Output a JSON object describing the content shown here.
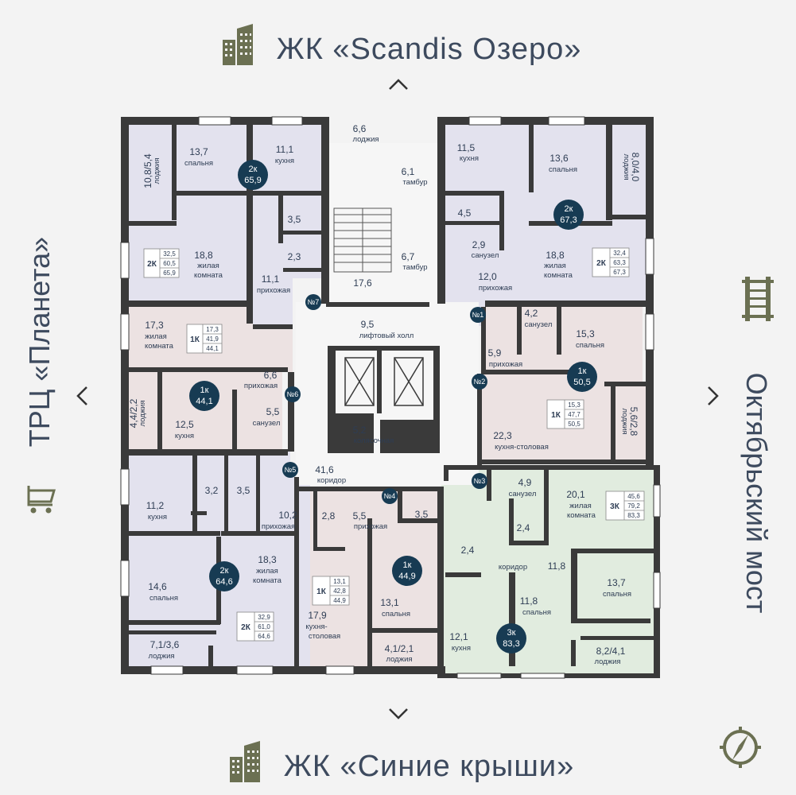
{
  "titles": {
    "top": "ЖК «Scandis Озеро»",
    "bottom": "ЖК «Синие крыши»",
    "left": "ТРЦ «Планета»",
    "right": "Октябрьский мост"
  },
  "icons": {
    "top": "building-icon",
    "bottom": "building-icon",
    "left": "shopping-cart-icon",
    "right": "bridge-icon",
    "corner": "compass-icon"
  },
  "colors": {
    "wall": "#3a3a3a",
    "lilac": "#e3e2ee",
    "pink": "#ece2e2",
    "green": "#e1ecdf",
    "badge": "#173b53",
    "text": "#2e3d54"
  },
  "rooms": [
    {
      "id": "r1",
      "num": "10,8/5,4",
      "lbl": "лоджия"
    },
    {
      "id": "r2",
      "num": "13,7",
      "lbl": "спальня"
    },
    {
      "id": "r3",
      "num": "11,1",
      "lbl": "кухня"
    },
    {
      "id": "r4",
      "num": "3,5",
      "lbl": ""
    },
    {
      "id": "r5",
      "num": "2,3",
      "lbl": ""
    },
    {
      "id": "r6",
      "num": "18,8",
      "lbl": "жилая"
    },
    {
      "id": "r7",
      "num": "11,1",
      "lbl": "прихожая"
    },
    {
      "id": "r8",
      "num": "17,3",
      "lbl": "жилая"
    },
    {
      "id": "r9",
      "num": "6,6",
      "lbl": "прихожая"
    },
    {
      "id": "r10",
      "num": "12,5",
      "lbl": "кухня"
    },
    {
      "id": "r11",
      "num": "5,5",
      "lbl": "санузел"
    },
    {
      "id": "r12",
      "num": "4,4/2,2",
      "lbl": "лоджия"
    },
    {
      "id": "r13",
      "num": "11,2",
      "lbl": "кухня"
    },
    {
      "id": "r14",
      "num": "3,2",
      "lbl": ""
    },
    {
      "id": "r15",
      "num": "3,5",
      "lbl": ""
    },
    {
      "id": "r16",
      "num": "10,2",
      "lbl": "прихожая"
    },
    {
      "id": "r17",
      "num": "14,6",
      "lbl": "спальня"
    },
    {
      "id": "r18",
      "num": "18,3",
      "lbl": "жилая"
    },
    {
      "id": "r19",
      "num": "7,1/3,6",
      "lbl": "лоджия"
    },
    {
      "id": "r20",
      "num": "6,6",
      "lbl": "лоджия"
    },
    {
      "id": "r21",
      "num": "6,1",
      "lbl": "тамбур"
    },
    {
      "id": "r22",
      "num": "6,7",
      "lbl": "тамбур"
    },
    {
      "id": "r23",
      "num": "17,6",
      "lbl": ""
    },
    {
      "id": "r24",
      "num": "9,5",
      "lbl": "лифтовый холл"
    },
    {
      "id": "r25",
      "num": "5,2",
      "lbl": "колясочная"
    },
    {
      "id": "r26",
      "num": "41,6",
      "lbl": "коридор"
    },
    {
      "id": "r27",
      "num": "11,5",
      "lbl": "кухня"
    },
    {
      "id": "r28",
      "num": "13,6",
      "lbl": "спальня"
    },
    {
      "id": "r29",
      "num": "8,0/4,0",
      "lbl": "лоджия"
    },
    {
      "id": "r30",
      "num": "4,5",
      "lbl": ""
    },
    {
      "id": "r31",
      "num": "2,9",
      "lbl": "санузел"
    },
    {
      "id": "r32",
      "num": "18,8",
      "lbl": "жилая"
    },
    {
      "id": "r33",
      "num": "12,0",
      "lbl": "прихожая"
    },
    {
      "id": "r34",
      "num": "4,2",
      "lbl": "санузел"
    },
    {
      "id": "r35",
      "num": "15,3",
      "lbl": "спальня"
    },
    {
      "id": "r36",
      "num": "5,9",
      "lbl": "прихожая"
    },
    {
      "id": "r37",
      "num": "22,3",
      "lbl": "кухня-столовая"
    },
    {
      "id": "r38",
      "num": "5,6/2,8",
      "lbl": "лоджия"
    },
    {
      "id": "r39",
      "num": "4,9",
      "lbl": "санузел"
    },
    {
      "id": "r40",
      "num": "20,1",
      "lbl": "жилая"
    },
    {
      "id": "r41",
      "num": "2,4",
      "lbl": ""
    },
    {
      "id": "r42",
      "num": "2,4",
      "lbl": ""
    },
    {
      "id": "r43",
      "num": "11,8",
      "lbl": ""
    },
    {
      "id": "r44",
      "num": "",
      "lbl": "коридор"
    },
    {
      "id": "r45",
      "num": "13,7",
      "lbl": "спальня"
    },
    {
      "id": "r46",
      "num": "11,8",
      "lbl": "спальня"
    },
    {
      "id": "r47",
      "num": "12,1",
      "lbl": "кухня"
    },
    {
      "id": "r48",
      "num": "8,2/4,1",
      "lbl": "лоджия"
    },
    {
      "id": "r49",
      "num": "2,8",
      "lbl": ""
    },
    {
      "id": "r50",
      "num": "5,5",
      "lbl": "прихожая"
    },
    {
      "id": "r51",
      "num": "3,5",
      "lbl": ""
    },
    {
      "id": "r52",
      "num": "17,9",
      "lbl": "кухня-"
    },
    {
      "id": "r53",
      "num": "13,1",
      "lbl": "спальня"
    },
    {
      "id": "r54",
      "num": "4,1/2,1",
      "lbl": "лоджия"
    }
  ],
  "room_second_lines": {
    "r6": "комната",
    "r8": "комната",
    "r18": "комната",
    "r32": "комната",
    "r40": "комната",
    "r52": "столовая"
  },
  "badges": [
    {
      "id": "b1",
      "type": "2к",
      "area": "65,9"
    },
    {
      "id": "b2",
      "type": "2к",
      "area": "67,3"
    },
    {
      "id": "b3",
      "type": "1к",
      "area": "44,1"
    },
    {
      "id": "b4",
      "type": "1к",
      "area": "50,5"
    },
    {
      "id": "b5",
      "type": "2к",
      "area": "64,6"
    },
    {
      "id": "b6",
      "type": "1к",
      "area": "44,9"
    },
    {
      "id": "b7",
      "type": "3к",
      "area": "83,3"
    }
  ],
  "infoboxes": [
    {
      "id": "i1",
      "type": "2К",
      "vals": [
        "32,5",
        "60,5",
        "65,9"
      ]
    },
    {
      "id": "i2",
      "type": "1К",
      "vals": [
        "17,3",
        "41,9",
        "44,1"
      ]
    },
    {
      "id": "i3",
      "type": "2К",
      "vals": [
        "32,4",
        "63,3",
        "67,3"
      ]
    },
    {
      "id": "i4",
      "type": "1К",
      "vals": [
        "15,3",
        "47,7",
        "50,5"
      ]
    },
    {
      "id": "i5",
      "type": "3К",
      "vals": [
        "45,6",
        "79,2",
        "83,3"
      ]
    },
    {
      "id": "i6",
      "type": "1К",
      "vals": [
        "13,1",
        "42,8",
        "44,9"
      ]
    },
    {
      "id": "i7",
      "type": "2К",
      "vals": [
        "32,9",
        "61,0",
        "64,6"
      ]
    }
  ],
  "doors": [
    "№1",
    "№2",
    "№3",
    "№4",
    "№5",
    "№6",
    "№7"
  ]
}
